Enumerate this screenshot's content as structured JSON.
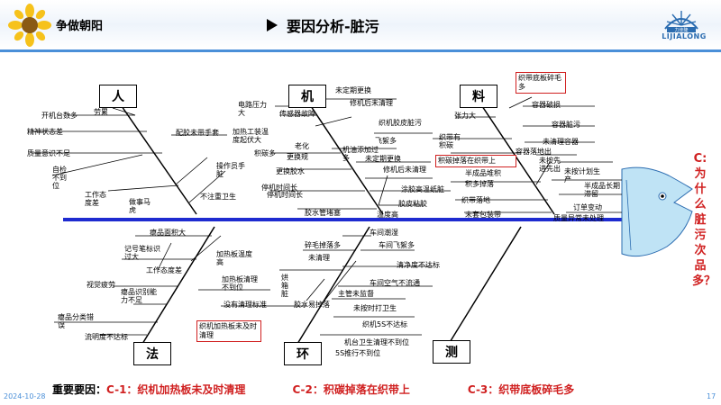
{
  "header": {
    "slogan": "争做朝阳",
    "title": "要因分析-脏污",
    "brand_name": "LIJIALONG",
    "brand_mark": "力佳隆"
  },
  "problem": {
    "text": "C:为什么脏污次品多？"
  },
  "categories": {
    "ren": "人",
    "ji": "机",
    "liao": "料",
    "fa": "法",
    "huan": "环",
    "ce": "测"
  },
  "causes": {
    "ren": [
      "开机台数多",
      "劳累",
      "精神状态差",
      "质量意识不足",
      "自检不到位",
      "工作态度差",
      "做事马虎",
      "配胶未带手套",
      "加热工装温度起伏大",
      "操作员手脏",
      "不注重卫生"
    ],
    "ji": [
      "电路压力大",
      "传感器故障",
      "积碳多",
      "老化",
      "更换规",
      "更换胶水",
      "停机时间长",
      "停机时间长",
      "胶水管堵塞",
      "未定期更换",
      "修机后未清理",
      "织机胶皮脏污",
      "飞絮多",
      "机油添加过多",
      "未定期更换",
      "修机后未清理",
      "涂胶高温纸脏",
      "胶皮粘胶",
      "温度高"
    ],
    "liao": [
      "张力大",
      "织带有积碳",
      "容器破损",
      "容器脏污",
      "未清理容器",
      "容器落地出",
      "未按先进先出",
      "未按计划生产",
      "半成品堆积",
      "积多掉落",
      "半成品长期滞留",
      "织带落地",
      "订单变动",
      "质量异常未处理",
      "未套包装带"
    ],
    "fa": [
      "瘪品面积大",
      "记号笔标识过大",
      "工作态度差",
      "视觉疲劳",
      "瘪品识别能力不足",
      "瘪品分类错误",
      "流明度不达标",
      "加热板温度高",
      "加热板清理不到位",
      "没有清理标准"
    ],
    "huan": [
      "碎毛掉落多",
      "未清理",
      "烘箱脏",
      "胶水易掉落",
      "车间潮湿",
      "车间飞絮多",
      "清净度不达标",
      "车间空气不流通",
      "主管未监督",
      "未按时打卫生",
      "织机5S不达标",
      "机台卫生清理不到位",
      "5S推行不到位"
    ]
  },
  "highlights": {
    "liao_top": "织带底板碎毛多",
    "liao_mid": "积碳掉落在织带上",
    "fa": "织机加热板未及时清理"
  },
  "summary": {
    "prefix": "重要要因：",
    "c1": "C-1：织机加热板未及时清理",
    "c2": "C-2：积碳掉落在织带上",
    "c3": "C-3：织带底板碎毛多"
  },
  "footer": {
    "date": "2024-10-28",
    "page": "17"
  },
  "colors": {
    "spine": "#1e2bd0",
    "accent_red": "#d02020",
    "rule_blue": "#4a8fd8"
  },
  "icons": [
    "sun-flower-icon",
    "title-arrow-icon",
    "brand-logo-icon",
    "fish-head-icon"
  ]
}
